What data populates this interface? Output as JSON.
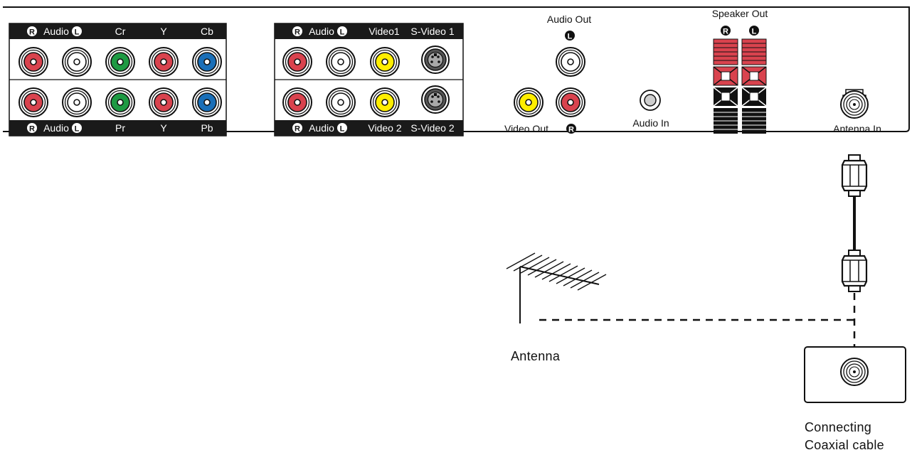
{
  "panel": {
    "component_group": {
      "top_labels": {
        "audio": "Audio",
        "r": "R",
        "l": "L",
        "c3": "Cr",
        "c4": "Y",
        "c5": "Cb"
      },
      "bottom_labels": {
        "audio": "Audio",
        "r": "R",
        "l": "L",
        "c3": "Pr",
        "c4": "Y",
        "c5": "Pb"
      }
    },
    "video_group": {
      "top_labels": {
        "audio": "Audio",
        "r": "R",
        "l": "L",
        "c3": "Video1",
        "c4": "S-Video 1"
      },
      "bottom_labels": {
        "audio": "Audio",
        "r": "R",
        "l": "L",
        "c3": "Video 2",
        "c4": "S-Video 2"
      }
    },
    "audio_out": {
      "label": "Audio Out",
      "l": "L",
      "r": "R"
    },
    "video_out": {
      "label": "Video Out"
    },
    "audio_in": {
      "label": "Audio In"
    },
    "speaker_out": {
      "label": "Speaker Out",
      "r": "R",
      "l": "L"
    },
    "antenna_in": {
      "label": "Antenna In"
    }
  },
  "antenna": {
    "label": "Antenna"
  },
  "coax": {
    "label_line1": "Connecting",
    "label_line2": "Coaxial cable"
  },
  "colors": {
    "jack_red": "#d9434e",
    "jack_white": "#ffffff",
    "jack_green": "#1e9a43",
    "jack_blue": "#1a6fb8",
    "jack_yellow": "#ffee00",
    "speaker_red": "#d9434e",
    "label_bar": "#1a1a1a"
  }
}
